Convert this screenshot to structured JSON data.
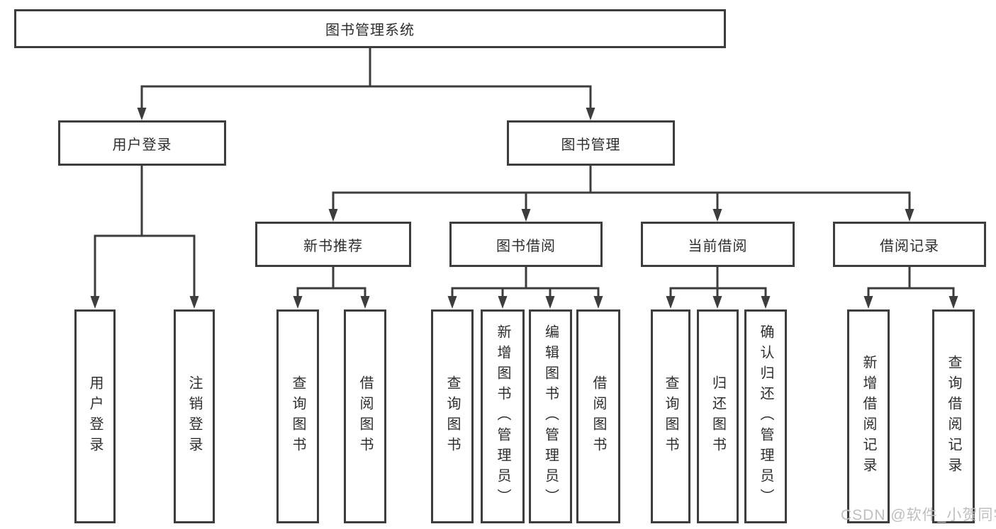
{
  "diagram": {
    "root": {
      "label": "图书管理系统"
    },
    "level2": [
      {
        "label": "用户登录"
      },
      {
        "label": "图书管理"
      }
    ],
    "level3": [
      {
        "label": "新书推荐",
        "parent": "图书管理"
      },
      {
        "label": "图书借阅",
        "parent": "图书管理"
      },
      {
        "label": "当前借阅",
        "parent": "图书管理"
      },
      {
        "label": "借阅记录",
        "parent": "图书管理"
      }
    ],
    "leaves": [
      {
        "label": "用户登录",
        "parent": "用户登录"
      },
      {
        "label": "注销登录",
        "parent": "用户登录"
      },
      {
        "label": "查询图书",
        "parent": "新书推荐"
      },
      {
        "label": "借阅图书",
        "parent": "新书推荐"
      },
      {
        "label": "查询图书",
        "parent": "图书借阅"
      },
      {
        "label": "新增图书（管理员）",
        "parent": "图书借阅"
      },
      {
        "label": "编辑图书（管理员）",
        "parent": "图书借阅"
      },
      {
        "label": "借阅图书",
        "parent": "图书借阅"
      },
      {
        "label": "查询图书",
        "parent": "当前借阅"
      },
      {
        "label": "归还图书",
        "parent": "当前借阅"
      },
      {
        "label": "确认归还（管理员）",
        "parent": "当前借阅"
      },
      {
        "label": "新增借阅记录",
        "parent": "借阅记录"
      },
      {
        "label": "查询借阅记录",
        "parent": "借阅记录"
      }
    ],
    "watermark": "CSDN @软件_小贺同学",
    "colors": {
      "line": "#3d3d3d",
      "text": "#2e2e2e",
      "watermark": "#bfbfbf",
      "background": "#ffffff"
    }
  }
}
